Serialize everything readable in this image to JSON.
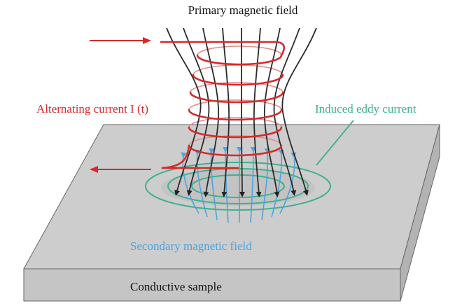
{
  "labels": {
    "primary_field": "Primary magnetic field",
    "alternating_current": "Alternating current I (t)",
    "induced_eddy": "Induced eddy current",
    "secondary_field": "Secondary magnetic field",
    "sample": "Conductive sample"
  },
  "colors": {
    "coil": "#d62a2a",
    "field_lines": "#2a2a2a",
    "secondary_field": "#4ea3dd",
    "eddy_current": "#3fb08f",
    "plate_top": "#cdcdcd",
    "plate_front": "#c4c4c4",
    "plate_side": "#b3b3b3",
    "outline": "#555555",
    "text": "#111111"
  },
  "icons": {
    "input_current_arrow": "arrow-right",
    "output_current_arrow": "arrow-left",
    "field_arrowheads": "arrow-down"
  }
}
